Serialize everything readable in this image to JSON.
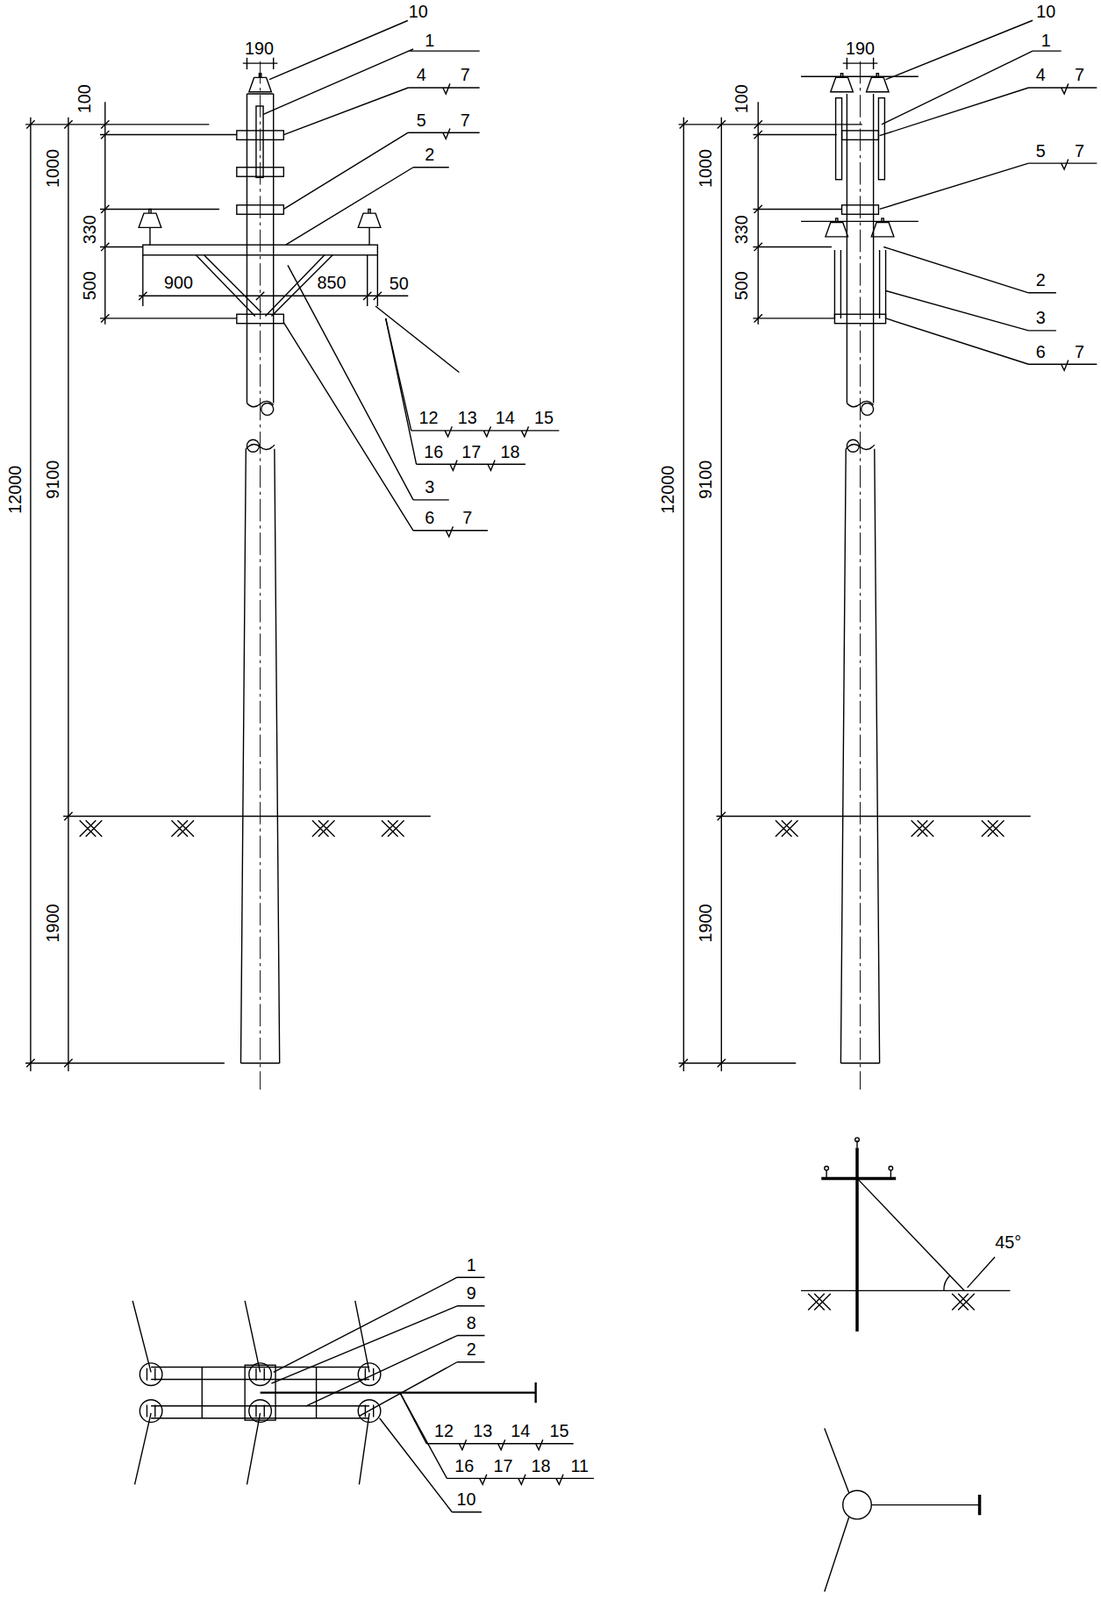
{
  "diagram": {
    "labels": [
      "10",
      "190",
      "1",
      "4",
      "7",
      "5",
      "7",
      "2",
      "100",
      "1000",
      "330",
      "500",
      "900",
      "850",
      "50",
      "9100",
      "12000",
      "1900",
      "12",
      "13",
      "14",
      "15",
      "16",
      "17",
      "18",
      "3",
      "6",
      "7",
      "10",
      "190",
      "1",
      "4",
      "7",
      "5",
      "7",
      "2",
      "3",
      "6",
      "7",
      "100",
      "1000",
      "330",
      "500",
      "9100",
      "12000",
      "1900",
      "1",
      "9",
      "8",
      "2",
      "12",
      "13",
      "14",
      "15",
      "16",
      "17",
      "18",
      "11",
      "10",
      "45°"
    ]
  }
}
